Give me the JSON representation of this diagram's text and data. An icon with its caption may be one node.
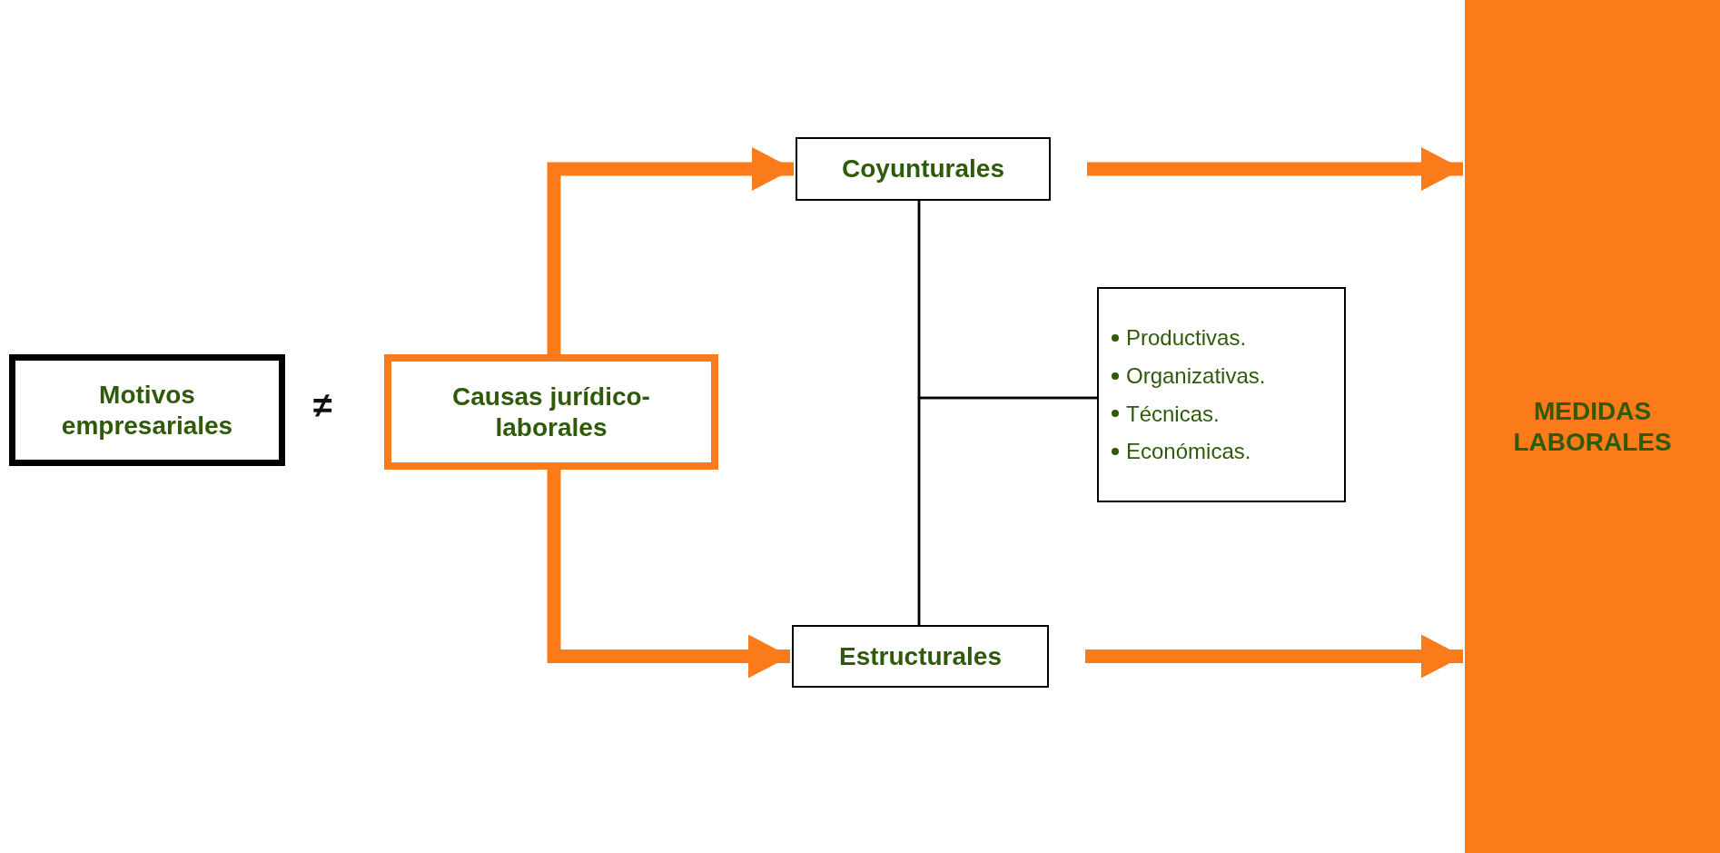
{
  "diagram": {
    "nodes": [
      {
        "text": [
          "Motivos empresariales"
        ]
      },
      {
        "text": [
          "Causas jurídico-laborales"
        ]
      },
      {
        "text": [
          "Coyunturales"
        ]
      },
      {
        "text": [
          "Productivas.",
          "Organizativas.",
          "Técnicas.",
          "Económicas."
        ]
      },
      {
        "text": [
          "Estructurales"
        ]
      },
      {
        "text": [
          "MEDIDAS LABORALES"
        ]
      }
    ],
    "edges": [
      {
        "from": 1,
        "to": 2,
        "arrow": "to"
      },
      {
        "from": 1,
        "to": 4,
        "arrow": "to"
      },
      {
        "from": 2,
        "to": 5,
        "arrow": "to"
      },
      {
        "from": 4,
        "to": 5,
        "arrow": "to"
      },
      {
        "from": 2,
        "to": 4,
        "arrow": "none",
        "color": "#000000"
      },
      {
        "from": 2,
        "to": 3,
        "arrow": "none",
        "color": "#000000"
      },
      {
        "from": 4,
        "to": 3,
        "arrow": "none",
        "color": "#000000"
      }
    ],
    "labels": [
      "≠"
    ]
  }
}
